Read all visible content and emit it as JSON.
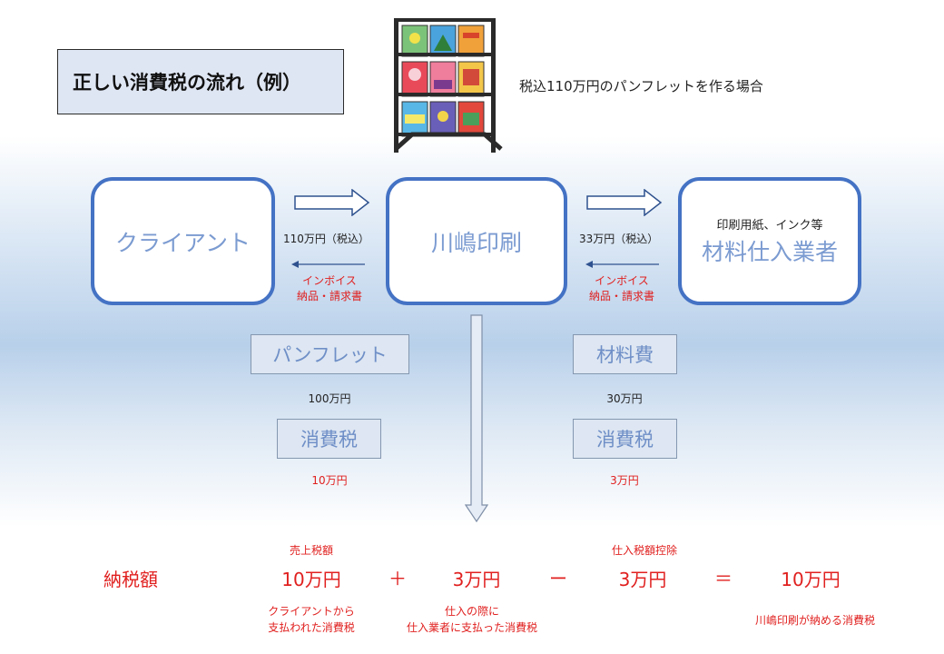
{
  "title": "正しい消費税の流れ（例）",
  "caption": "税込110万円のパンフレットを作る場合",
  "parties": {
    "client": "クライアント",
    "printer": "川嶋印刷",
    "supplier_sub": "印刷用紙、インク等",
    "supplier": "材料仕入業者"
  },
  "flows": {
    "left_amount": "110万円（税込）",
    "left_return_1": "インボイス",
    "left_return_2": "納品・請求書",
    "right_amount": "33万円（税込）",
    "right_return_1": "インボイス",
    "right_return_2": "納品・請求書"
  },
  "breakdown": {
    "left_item": "パンフレット",
    "left_item_amount": "100万円",
    "left_tax": "消費税",
    "left_tax_amount": "10万円",
    "right_item": "材料費",
    "right_item_amount": "30万円",
    "right_tax": "消費税",
    "right_tax_amount": "3万円"
  },
  "equation": {
    "label": "納税額",
    "sales_tax_label": "売上税額",
    "term1": "10万円",
    "op1": "＋",
    "term2": "3万円",
    "op2": "ー",
    "deduction_label": "仕入税額控除",
    "term3": "3万円",
    "op3": "＝",
    "result": "10万円",
    "note1_line1": "クライアントから",
    "note1_line2": "支払われた消費税",
    "note2_line1": "仕入の際に",
    "note2_line2": "仕入業者に支払った消費税",
    "note3": "川嶋印刷が納める消費税"
  },
  "colors": {
    "accent": "#4472c4",
    "party_text": "#7b9bd1",
    "invoice_red": "#e0201f"
  }
}
